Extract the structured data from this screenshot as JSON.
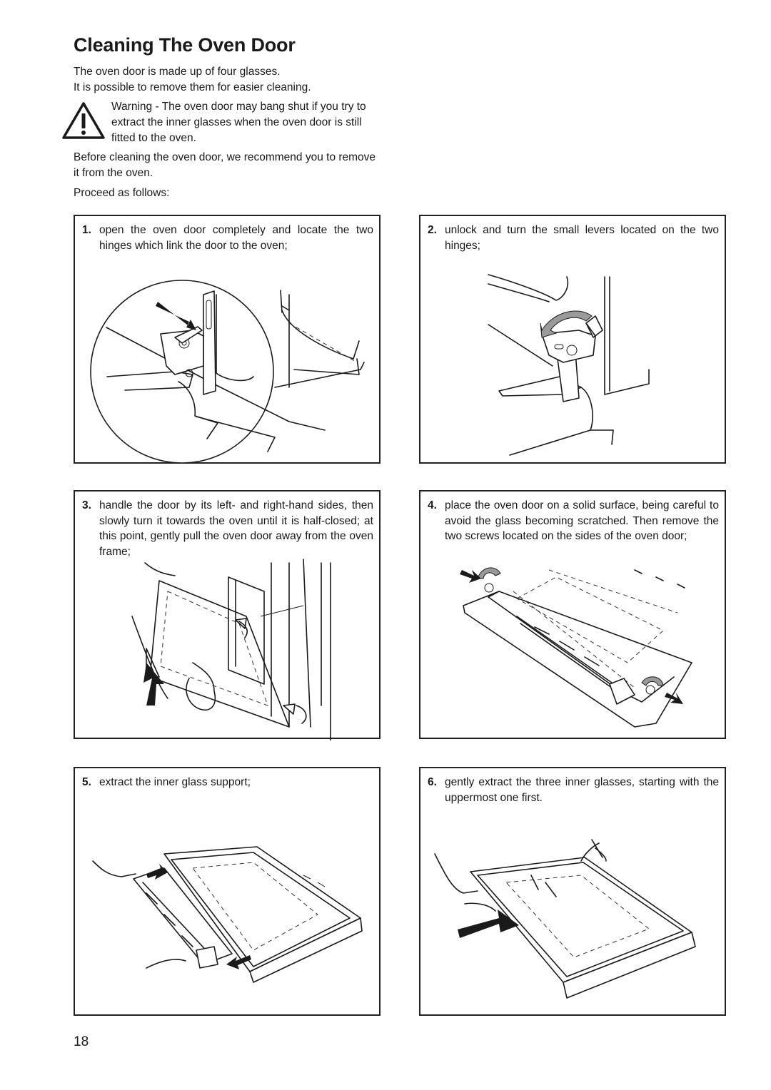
{
  "title": "Cleaning The Oven Door",
  "intro": {
    "line1": "The oven door is made up of four glasses.",
    "line2": "It is possible to remove them for easier cleaning.",
    "warning": "Warning - The oven door may bang shut if you try to extract the inner glasses when the oven door is still fitted to the oven.",
    "recommend": "Before cleaning the oven door, we recommend you to remove it from the oven.",
    "proceed": "Proceed as follows:"
  },
  "steps": [
    {
      "num": "1.",
      "text": "open the oven door completely and locate the two hinges which link the door to the oven;"
    },
    {
      "num": "2.",
      "text": "unlock and turn the small levers located on the two hinges;"
    },
    {
      "num": "3.",
      "text": "handle the door by its left- and right-hand sides, then slowly turn it towards the oven until it is half-closed; at this point, gently pull the oven door away from the oven frame;"
    },
    {
      "num": "4.",
      "text": "place the oven door on a solid surface, being careful to avoid the glass becoming scratched. Then remove the two screws located on the sides of the oven door;"
    },
    {
      "num": "5.",
      "text": "extract the inner glass support;"
    },
    {
      "num": "6.",
      "text": "gently extract the three inner glasses, starting with the uppermost one first."
    }
  ],
  "page_number": "18",
  "icons": {
    "warning": "warning-triangle-icon",
    "arrow": "arrow-icon"
  }
}
